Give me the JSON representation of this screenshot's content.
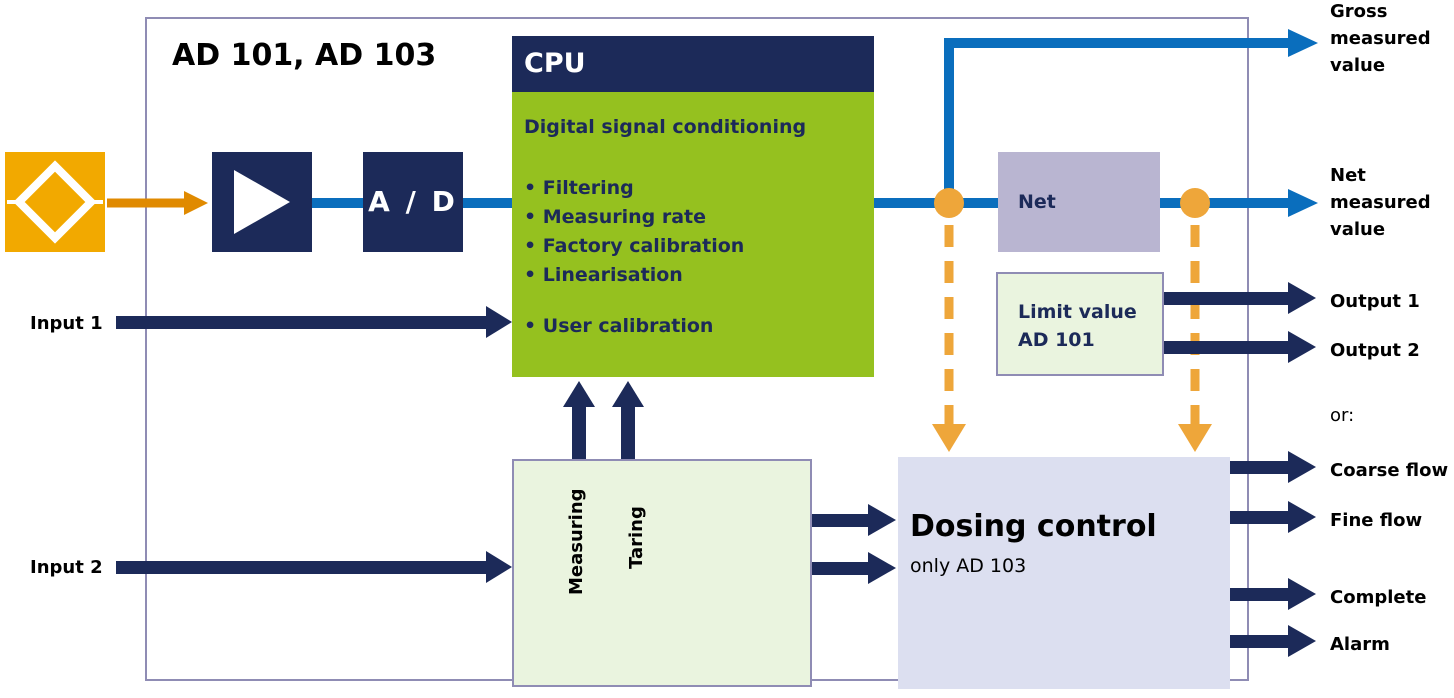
{
  "title": "AD 101, AD 103",
  "cpu": {
    "heading": "CPU",
    "subtitle": "Digital signal conditioning",
    "items": [
      "Filtering",
      "Measuring rate",
      "Factory calibration",
      "Linearisation"
    ],
    "extra_item": "User calibration"
  },
  "ad_label": "A / D",
  "net_label": "Net",
  "limit_label": "Limit value\nAD 101",
  "io_box": {
    "measuring": "Measuring",
    "taring": "Taring"
  },
  "dosing": {
    "title": "Dosing control",
    "subtitle": "only AD 103"
  },
  "inputs": [
    "Input 1",
    "Input 2"
  ],
  "outputs": {
    "gross": "Gross\nmeasured\nvalue",
    "net": "Net\nmeasured\nvalue",
    "output1": "Output 1",
    "output2": "Output 2",
    "or": "or:",
    "coarse": "Coarse flow",
    "fine": "Fine flow",
    "complete": "Complete",
    "alarm": "Alarm"
  },
  "colors": {
    "navy": "#1c2a59",
    "blue_signal": "#0a6ebd",
    "orange": "#f2a900",
    "green": "#95c11f",
    "light_green": "#eaf4df",
    "lavender": "#b9b5d1",
    "light_lavender": "#dcdff0",
    "frame": "#8f8cb4"
  }
}
